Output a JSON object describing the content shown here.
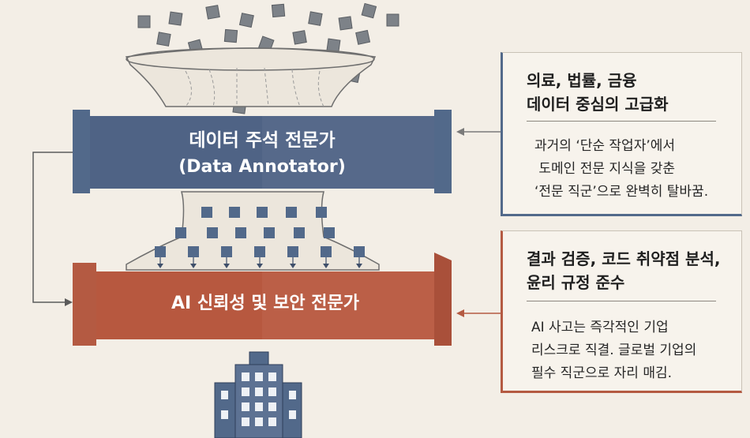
{
  "top_band": {
    "title": "데이터 주석 전문가",
    "subtitle": "(Data Annotator)"
  },
  "bottom_band": {
    "title": "AI 신뢰성 및 보안 전문가"
  },
  "callout_top": {
    "title_line1": "의료, 법률, 금융",
    "title_line2": "데이터 중심의 고급화",
    "body": "과거의 ‘단순 작업자’에서\n 도메인 전문 지식을 갖춘\n‘전문 직군’으로 완벽히 탈바꿈."
  },
  "callout_bottom": {
    "title_line1": "결과 검증, 코드 취약점 분석,",
    "title_line2": "윤리 규정 준수",
    "body": "AI 사고는 즉각적인 기업\n리스크로 직결. 글로벌 기업의\n필수 직군으로 자리 매김."
  },
  "colors": {
    "background": "#f3eee6",
    "blue": "#52698a",
    "rust": "#b45a42",
    "square": "#7d8288"
  },
  "icons": [
    "data-square-icon",
    "funnel-icon",
    "arrow-icon",
    "building-icon"
  ]
}
